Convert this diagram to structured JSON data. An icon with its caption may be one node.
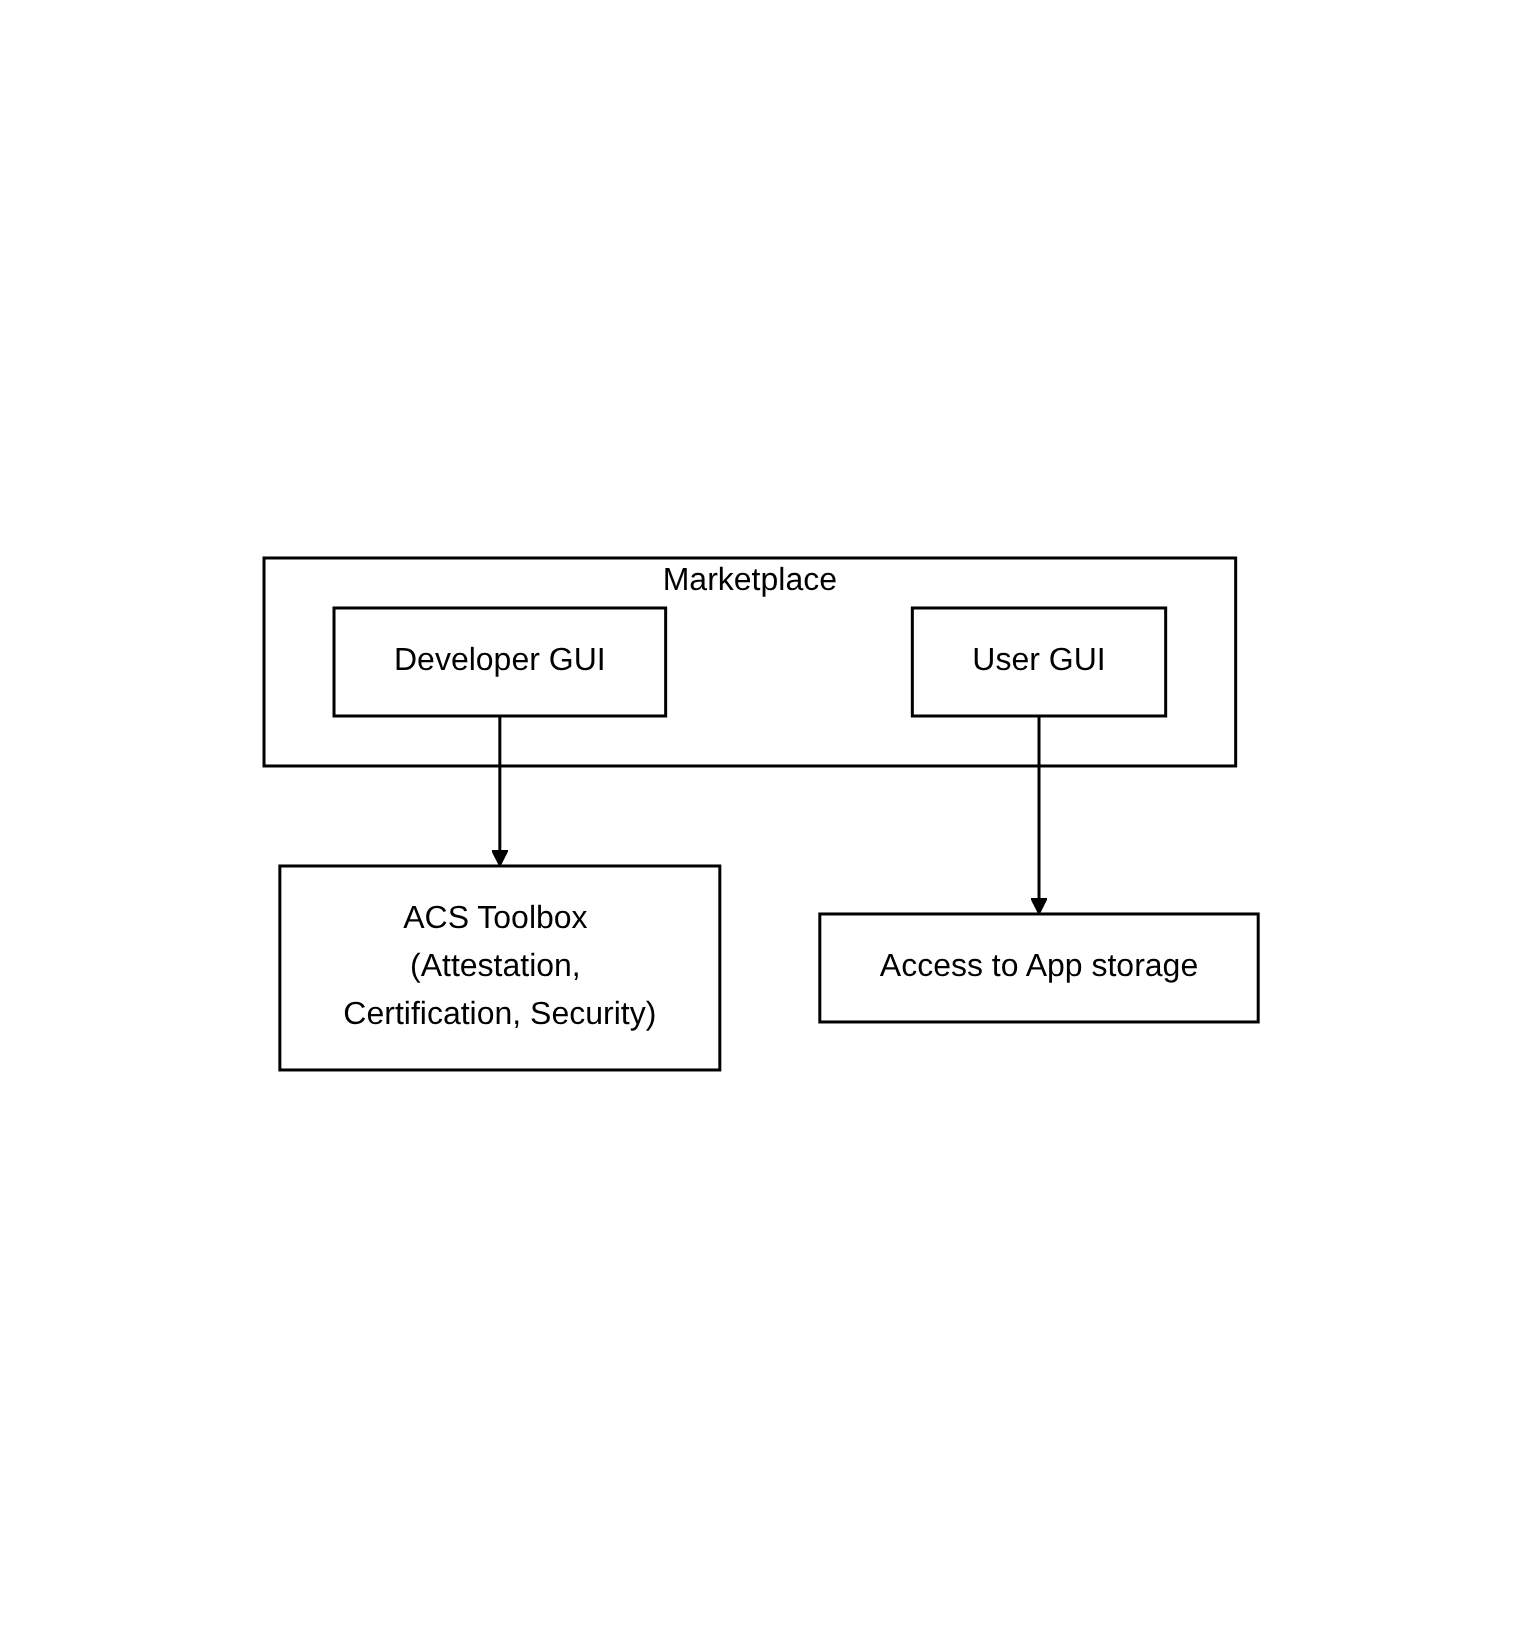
{
  "diagram": {
    "nodes": [
      {
        "text": [
          "Marketplace"
        ]
      },
      {
        "text": [
          "Developer GUI"
        ],
        "in": 0
      },
      {
        "text": [
          "User GUI"
        ],
        "in": 0
      },
      {
        "text": [
          "ACS Toolbox (Attestation, Certification, Security)"
        ]
      },
      {
        "text": [
          "Access to App storage"
        ]
      }
    ],
    "edges": [
      {
        "from": 1,
        "to": 3,
        "arrow": "to"
      },
      {
        "from": 2,
        "to": 4,
        "arrow": "to"
      }
    ]
  }
}
